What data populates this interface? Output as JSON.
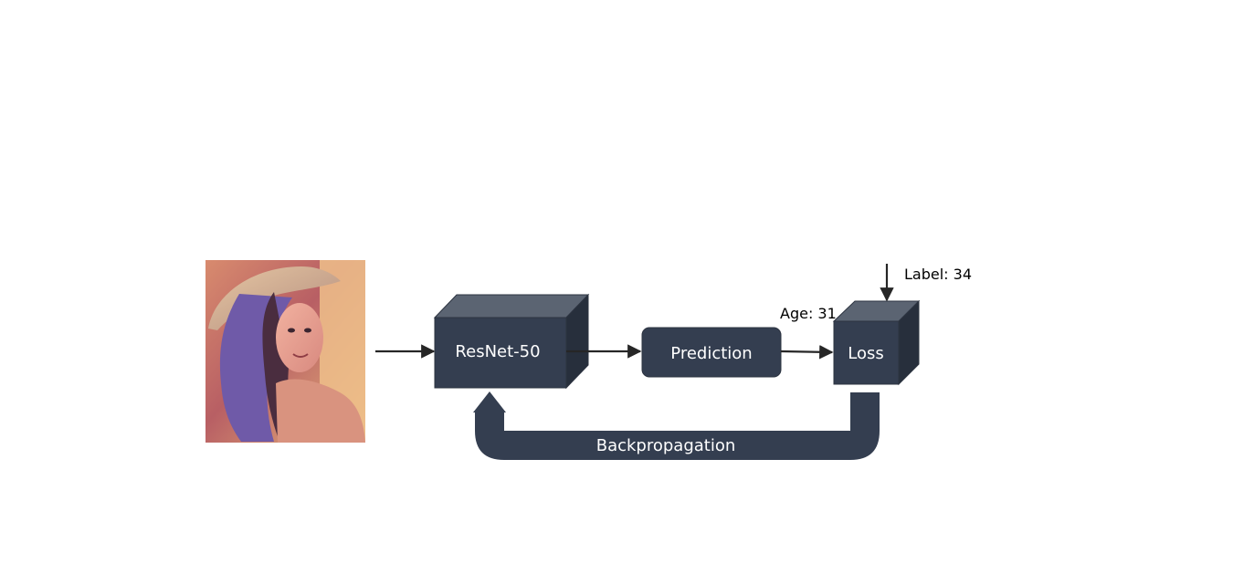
{
  "diagram": {
    "nodes": {
      "resnet": "ResNet-50",
      "prediction": "Prediction",
      "loss": "Loss"
    },
    "annotations": {
      "age": "Age: 31",
      "label": "Label: 34"
    },
    "feedback": {
      "label": "Backpropagation"
    },
    "colors": {
      "box_front": "#343e50",
      "box_top": "#5b6472",
      "box_side": "#272f3c",
      "arrow": "#262626",
      "text_light": "#ffffff",
      "text_dark": "#000000"
    },
    "icons": {
      "input_image": "portrait-photo"
    }
  }
}
